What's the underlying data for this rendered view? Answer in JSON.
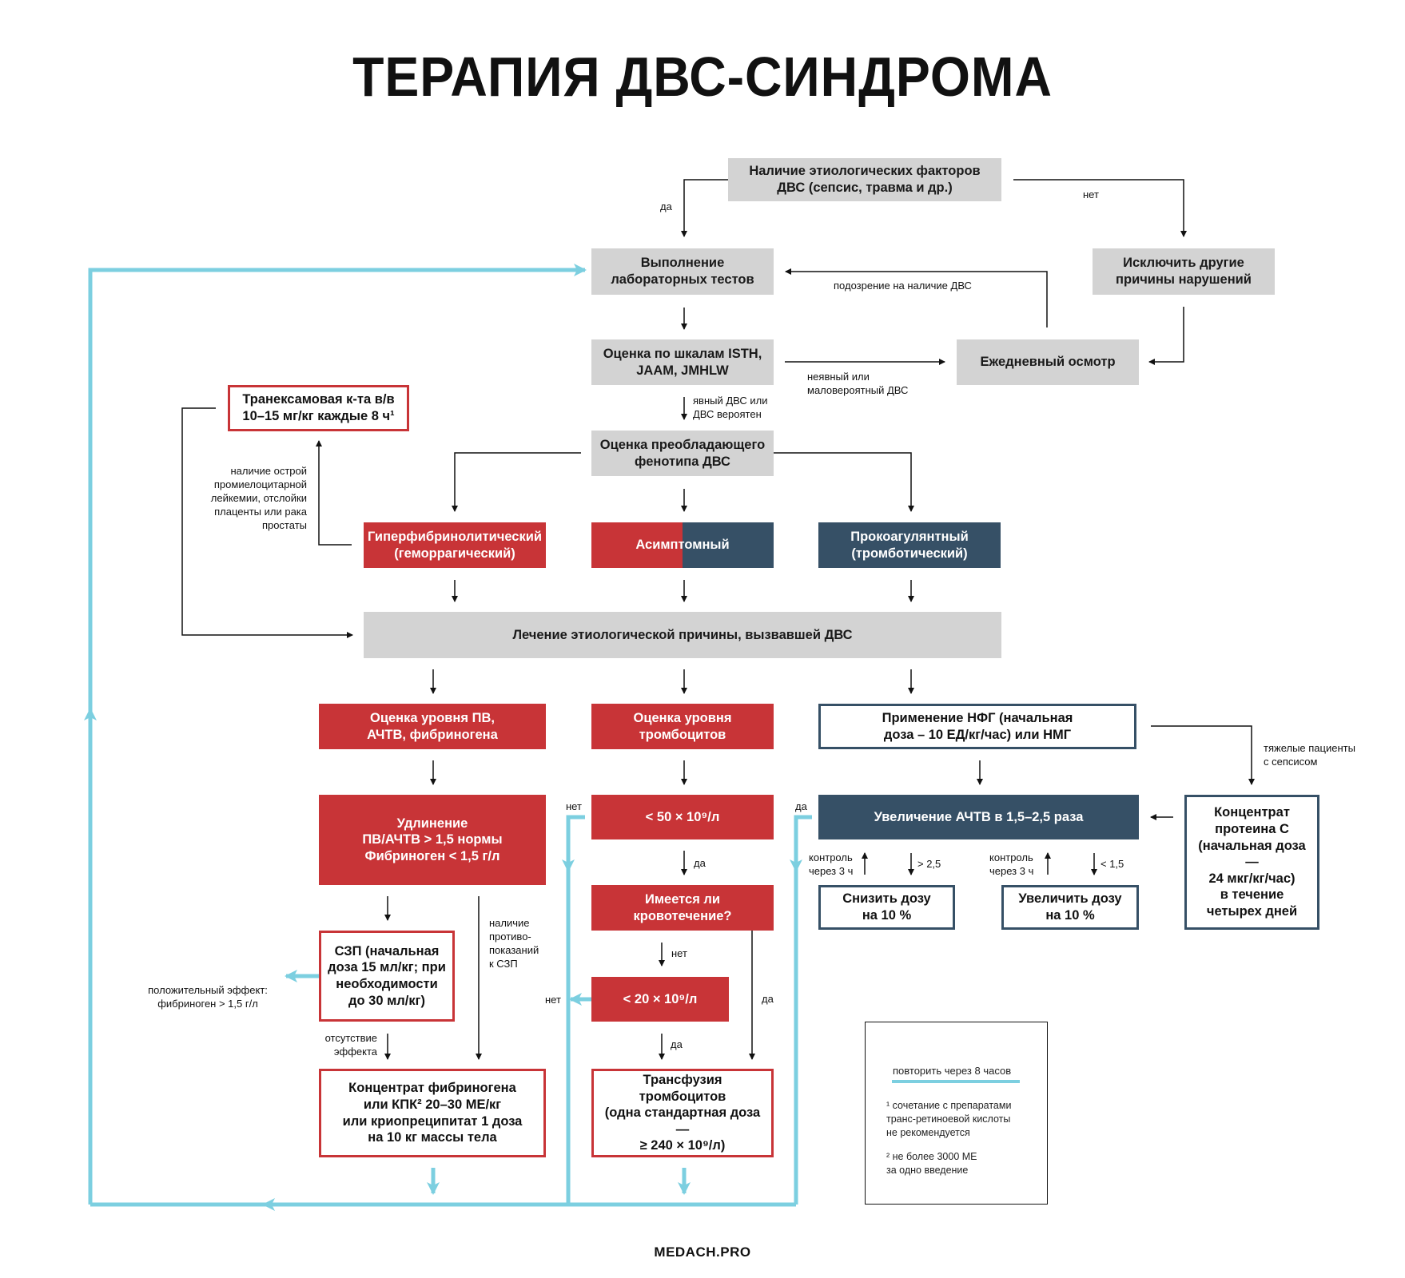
{
  "title": "ТЕРАПИЯ ДВС-СИНДРОМА",
  "colors": {
    "red": "#c83437",
    "navy": "#365066",
    "grey": "#d3d3d3",
    "loop": "#7ccfe0"
  },
  "nodes": {
    "etiology": "Наличие этиологических факторов\nДВС (сепсис, травма и др.)",
    "lab_tests": "Выполнение\nлабораторных тестов",
    "exclude_other": "Исключить другие\nпричины нарушений",
    "scales": "Оценка по шкалам ISTH,\nJAAM, JMHLW",
    "daily_exam": "Ежедневный осмотр",
    "tranexamic": "Транексамовая к-та в/в\n10–15 мг/кг каждые 8 ч¹",
    "phenotype_eval": "Оценка преобладающего\nфенотипа ДВС",
    "hyperfibrinolytic": "Гиперфибринолитический\n(геморрагический)",
    "asymptomatic": "Асимптомный",
    "procoagulant": "Прокоагулянтный\n(тромботический)",
    "treat_cause": "Лечение этиологической причины, вызвавшей ДВС",
    "eval_pv": "Оценка уровня ПВ,\nАЧТВ, фибриногена",
    "eval_platelets": "Оценка уровня\nтромбоцитов",
    "ufh": "Применение НФГ (начальная\nдоза – 10 ЕД/кг/час) или НМГ",
    "prolongation": "Удлинение\nПВ/АЧТВ > 1,5 нормы\nФибриноген < 1,5 г/л",
    "plt_lt50": "< 50 × 10⁹/л",
    "aptt_increase": "Увеличение АЧТВ в 1,5–2,5 раза",
    "protein_c": "Концентрат\nпротеина С\n(начальная доза —\n24 мкг/кг/час)\nв течение\nчетырех дней",
    "bleeding_q": "Имеется ли\nкровотечение?",
    "reduce_dose": "Снизить дозу\nна 10 %",
    "increase_dose": "Увеличить дозу\nна 10 %",
    "ffp": "СЗП (начальная\nдоза 15 мл/кг; при\nнеобходимости\nдо 30 мл/кг)",
    "plt_lt20": "< 20 × 10⁹/л",
    "fibrinogen_conc": "Концентрат фибриногена\nили КПК² 20–30 МЕ/кг\nили криопреципитат 1 доза\nна 10 кг массы тела",
    "plt_transfusion": "Трансфузия тромбоцитов\n(одна стандартная доза —\n≥ 240 × 10⁹/л)"
  },
  "labels": {
    "yes_top": "да",
    "no_top": "нет",
    "suspicion": "подозрение на наличие ДВС",
    "implicit": "неявный или\nмаловероятный ДВС",
    "explicit": "явный ДВС или\nДВС вероятен",
    "apl": "наличие острой\nпромиелоцитарной\nлейкемии, отслойки\nплаценты или рака\nпростаты",
    "severe_sepsis": "тяжелые пациенты\nс сепсисом",
    "no_50": "нет",
    "yes_aptt": "да",
    "yes_50": "да",
    "no_bleeding": "нет",
    "yes_bleeding": "да",
    "no_20": "нет",
    "yes_20": "да",
    "control_3h_a": "контроль\nчерез 3 ч",
    "gt25": "> 2,5",
    "control_3h_b": "контроль\nчерез 3 ч",
    "lt15": "< 1,5",
    "contraindications": "наличие\nпротиво-\nпоказаний\nк СЗП",
    "positive_effect": "положительный эффект:\nфибриноген > 1,5 г/л",
    "no_effect": "отсутствие\nэффекта"
  },
  "notes": {
    "repeat": "повторить через 8 часов",
    "fn1": "¹ сочетание с препаратами\n  транс-ретиноевой кислоты\n  не рекомендуется",
    "fn2": "² не более 3000 МЕ\n  за одно введение"
  },
  "brand": "MEDACH.PRO"
}
